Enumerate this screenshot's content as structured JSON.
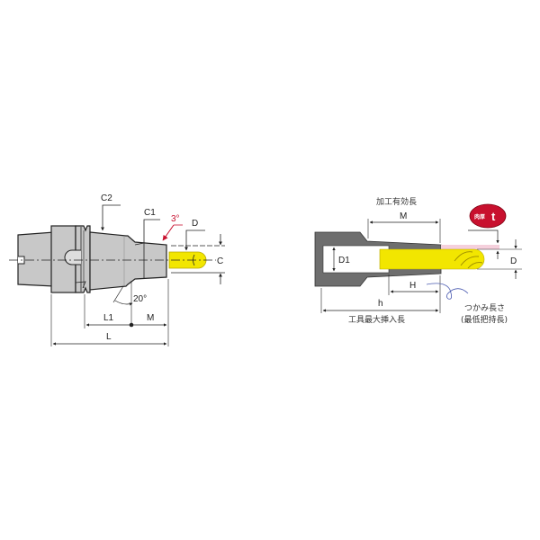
{
  "left_drawing": {
    "labels": {
      "c2": "C2",
      "c1": "C1",
      "angle_taper": "3°",
      "d": "D",
      "c": "C",
      "angle_bottom": "20°",
      "l1": "L1",
      "m": "M",
      "l": "L"
    }
  },
  "right_drawing": {
    "labels": {
      "effective_length": "加工有効長",
      "m": "M",
      "wall_thickness_badge": "肉厚",
      "wall_thickness_symbol": "t",
      "d1": "D1",
      "d": "D",
      "h_upper": "H",
      "h_lower": "h",
      "max_insertion": "工具最大挿入長",
      "grip_length": "つかみ長さ",
      "min_grip": "(最低把持長)"
    }
  },
  "colors": {
    "holder_gray": "#c8c8c8",
    "holder_dark": "#6e6e6e",
    "tool_yellow": "#f2e600",
    "accent_red": "#c8102e",
    "wall_pink": "#f5d0dc",
    "line": "#222222"
  }
}
